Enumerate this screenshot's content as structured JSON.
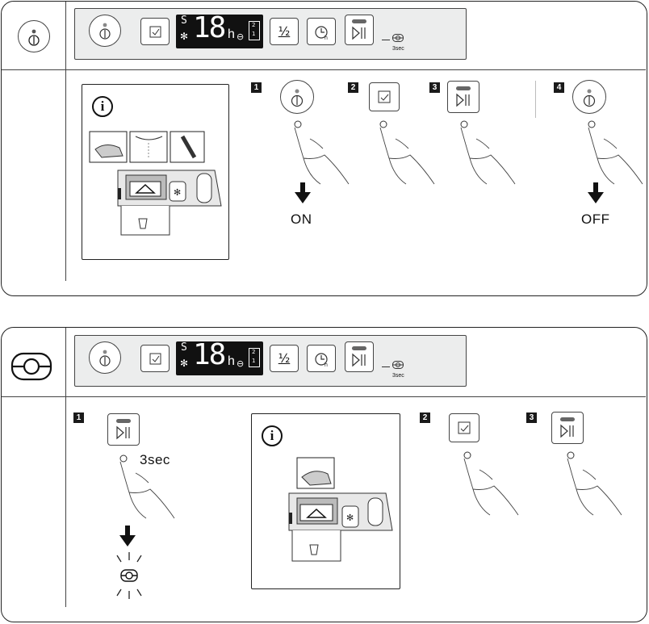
{
  "section1": {
    "panel": {
      "display_digits": "18",
      "display_h": "h",
      "display_s": "S",
      "half_label": "½",
      "seq_top": "2",
      "seq_bottom": "1",
      "timer_label": "3sec"
    },
    "steps": [
      {
        "number": "1",
        "button": "power",
        "result_label": "ON"
      },
      {
        "number": "2",
        "button": "program",
        "result_label": ""
      },
      {
        "number": "3",
        "button": "start-pause",
        "result_label": ""
      },
      {
        "number": "4",
        "button": "power",
        "result_label": "OFF"
      }
    ]
  },
  "section2": {
    "panel": {
      "display_digits": "18",
      "display_h": "h",
      "display_s": "S",
      "half_label": "½",
      "seq_top": "2",
      "seq_bottom": "1",
      "timer_label": "3sec"
    },
    "steps": [
      {
        "number": "1",
        "button": "start-pause",
        "hold_label": "3sec"
      },
      {
        "number": "2",
        "button": "program"
      },
      {
        "number": "3",
        "button": "start-pause"
      }
    ]
  },
  "colors": {
    "ink": "#111111",
    "panel": "#eceded",
    "display": "#111111"
  }
}
